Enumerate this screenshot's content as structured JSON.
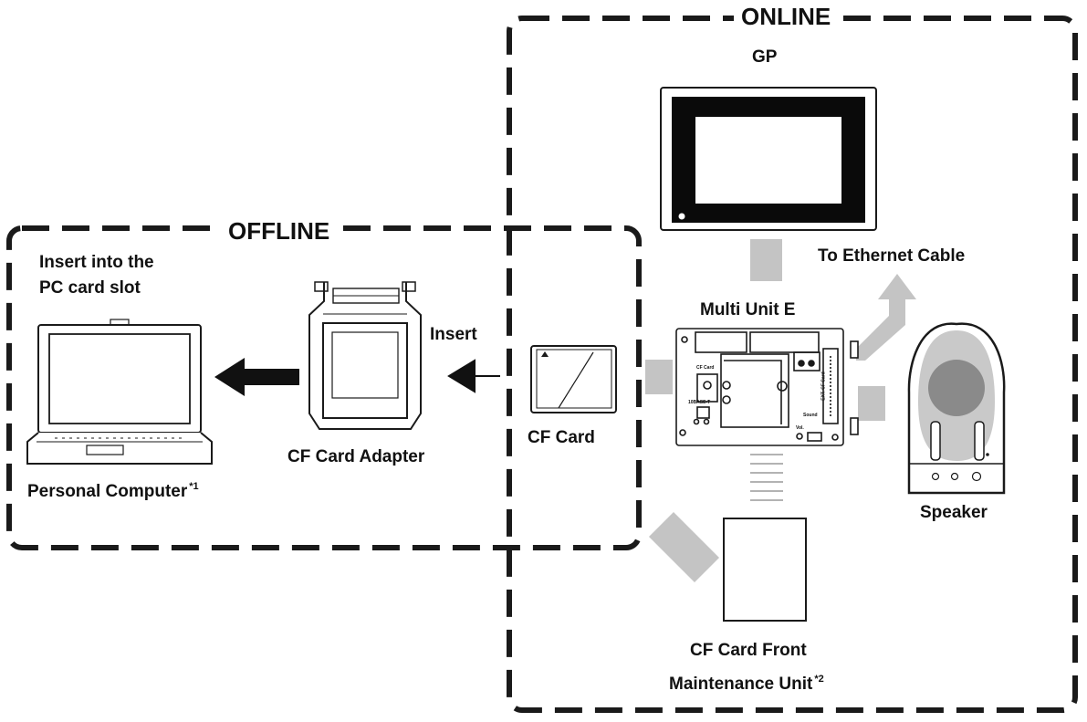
{
  "diagram": {
    "regions": {
      "online": "ONLINE",
      "offline": "OFFLINE"
    },
    "labels": {
      "gp": "GP",
      "to_ethernet": "To Ethernet Cable",
      "multi_unit": "Multi Unit E",
      "speaker": "Speaker",
      "cf_card": "CF Card",
      "cf_card_adapter": "CF Card Adapter",
      "insert": "Insert",
      "insert_pc_slot_line1": "Insert into the",
      "insert_pc_slot_line2": "PC card slot",
      "personal_computer": "Personal Computer",
      "personal_computer_note": "*1",
      "front_unit_line1": "CF Card Front",
      "front_unit_line2": "Maintenance Unit",
      "front_unit_note": "*2"
    },
    "device_text": {
      "cf_card_slot": "CF Card",
      "ethernet_port": "10BASE-T",
      "ext_cf_card": "EXT. CF Card",
      "sound": "Sound",
      "vol": "Vol."
    },
    "colors": {
      "border": "#1a1a1a",
      "connector": "#c4c4c4",
      "speaker_inner": "#8a8a8a",
      "speaker_mid": "#c9c9c9"
    }
  }
}
